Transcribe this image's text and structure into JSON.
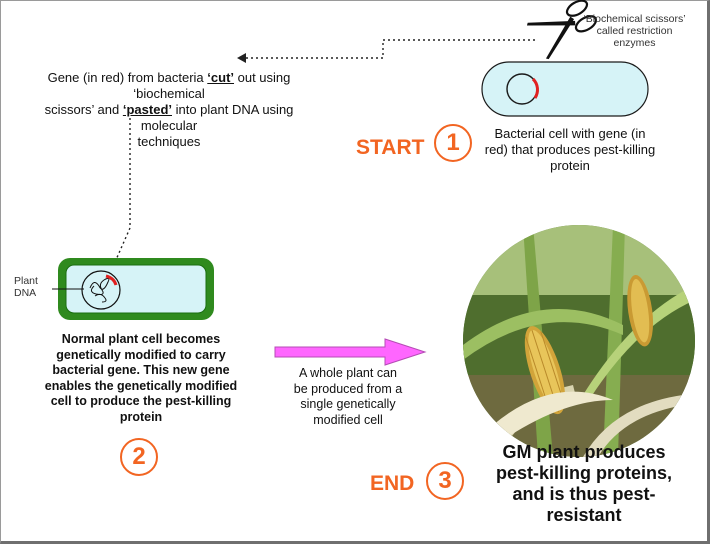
{
  "top_caption": {
    "line1_pre": "Gene (in red) from bacteria ",
    "cut": "‘cut’",
    "line1_post": " out using ‘biochemical",
    "line2_pre": "scissors’ and ",
    "pasted": "‘pasted’",
    "line2_post": " into plant DNA using molecular",
    "line3": "techniques"
  },
  "scissors_label": [
    "‘Biochemical scissors’",
    "called restriction",
    "enzymes"
  ],
  "start": {
    "label": "START",
    "number": "1"
  },
  "bacterial_caption": [
    "Bacterial cell with gene (in",
    "red) that produces pest-killing",
    "protein"
  ],
  "plant_dna_label": [
    "Plant",
    "DNA"
  ],
  "step2_caption": [
    "Normal plant cell becomes",
    "genetically modified to carry",
    "bacterial gene. This new gene",
    "enables the genetically modified",
    "cell to produce the pest-killing",
    "protein"
  ],
  "step2_number": "2",
  "arrow_caption": [
    "A whole plant can",
    "be produced from a",
    "single genetically",
    "modified cell"
  ],
  "end": {
    "label": "END",
    "number": "3"
  },
  "result_caption": [
    "GM plant produces",
    "pest-killing proteins,",
    "and is thus pest-",
    "resistant"
  ],
  "colors": {
    "accent": "#f26522",
    "plant_wall": "#2f8a1e",
    "cell_fill": "#d6f3f7",
    "gene": "#e02020",
    "arrow": "#ff66ff"
  },
  "icons": [
    "scissors-icon",
    "pest-resistant-maize-photo"
  ]
}
